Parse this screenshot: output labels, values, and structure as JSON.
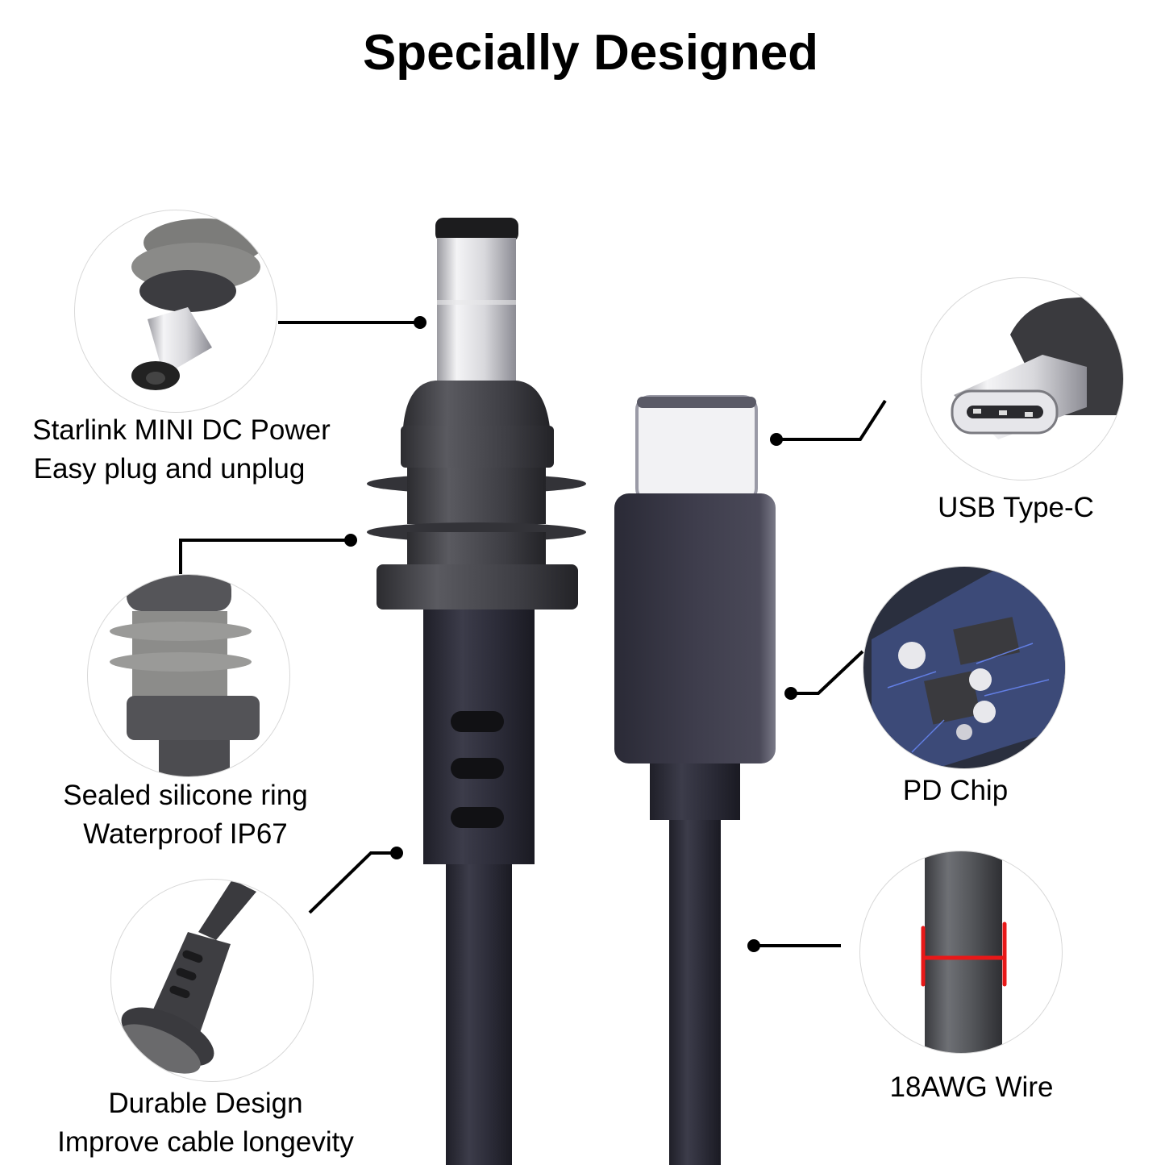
{
  "title": "Specially Designed",
  "features": [
    {
      "id": "dc-power",
      "line1": "Starlink MINI DC Power",
      "line2": "Easy plug and unplug",
      "icon": "dc-barrel-plug-icon"
    },
    {
      "id": "silicone-ring",
      "line1": "Sealed silicone ring",
      "line2": "Waterproof IP67",
      "icon": "silicone-ring-icon"
    },
    {
      "id": "durable",
      "line1": "Durable Design",
      "line2": "Improve cable longevity",
      "icon": "strain-relief-icon"
    },
    {
      "id": "usb-c",
      "line1": "USB Type-C",
      "icon": "usb-c-connector-icon"
    },
    {
      "id": "pd-chip",
      "line1": "PD Chip",
      "icon": "pd-chip-circuit-icon"
    },
    {
      "id": "wire",
      "line1": "18AWG Wire",
      "icon": "wire-gauge-icon"
    }
  ],
  "colors": {
    "background": "#ffffff",
    "text": "#000000",
    "cable_dark": "#2f2f3a",
    "connector_grey": "#4a4a52",
    "silicone_grey": "#8a8a88",
    "metal": "#d9d9dc",
    "measure_red": "#e81818",
    "pcb_blue": "#3a4a7a"
  }
}
